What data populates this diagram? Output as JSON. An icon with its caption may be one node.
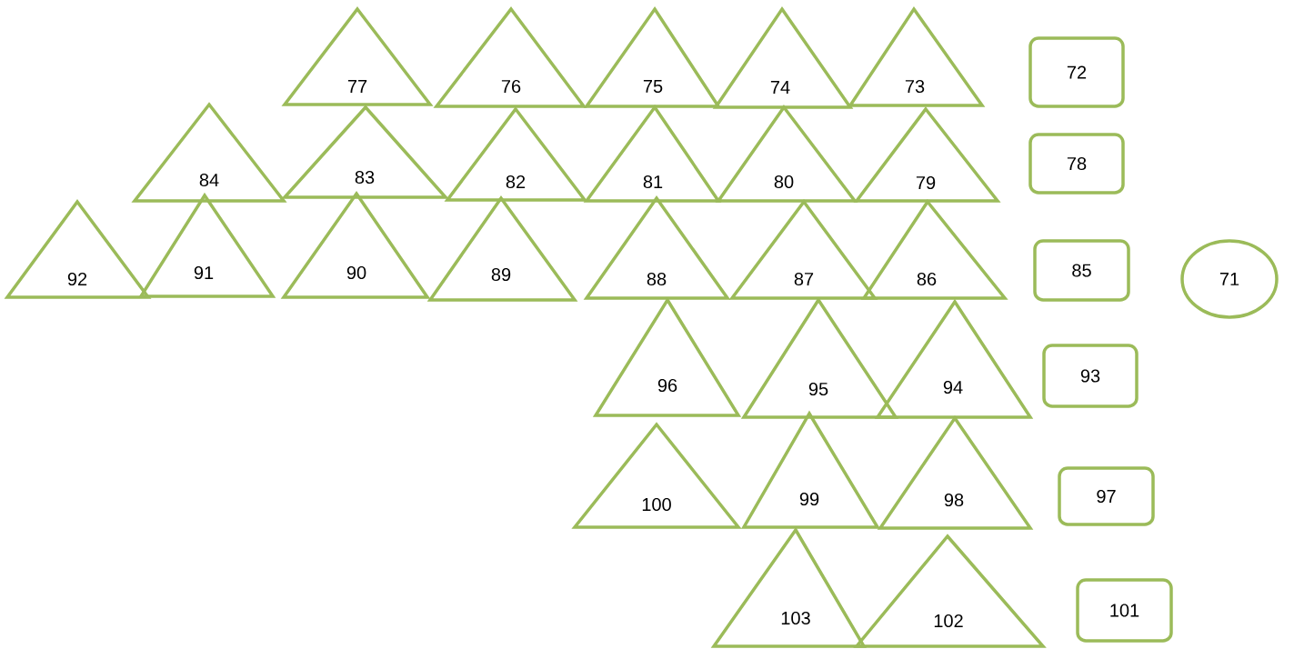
{
  "diagram": {
    "nodes": [
      {
        "text": [
          "77"
        ]
      },
      {
        "text": [
          "76"
        ]
      },
      {
        "text": [
          "75"
        ]
      },
      {
        "text": [
          "74"
        ]
      },
      {
        "text": [
          "73"
        ]
      },
      {
        "text": [
          "72"
        ]
      },
      {
        "text": [
          "84"
        ]
      },
      {
        "text": [
          "83"
        ]
      },
      {
        "text": [
          "82"
        ]
      },
      {
        "text": [
          "81"
        ]
      },
      {
        "text": [
          "80"
        ]
      },
      {
        "text": [
          "79"
        ]
      },
      {
        "text": [
          "78"
        ]
      },
      {
        "text": [
          "92"
        ]
      },
      {
        "text": [
          "91"
        ]
      },
      {
        "text": [
          "90"
        ]
      },
      {
        "text": [
          "89"
        ]
      },
      {
        "text": [
          "88"
        ]
      },
      {
        "text": [
          "87"
        ]
      },
      {
        "text": [
          "86"
        ]
      },
      {
        "text": [
          "85"
        ]
      },
      {
        "text": [
          "71"
        ]
      },
      {
        "text": [
          "96"
        ]
      },
      {
        "text": [
          "95"
        ]
      },
      {
        "text": [
          "94"
        ]
      },
      {
        "text": [
          "93"
        ]
      },
      {
        "text": [
          "100"
        ]
      },
      {
        "text": [
          "99"
        ]
      },
      {
        "text": [
          "98"
        ]
      },
      {
        "text": [
          "97"
        ]
      },
      {
        "text": [
          "103"
        ]
      },
      {
        "text": [
          "102"
        ]
      },
      {
        "text": [
          "101"
        ]
      }
    ]
  }
}
